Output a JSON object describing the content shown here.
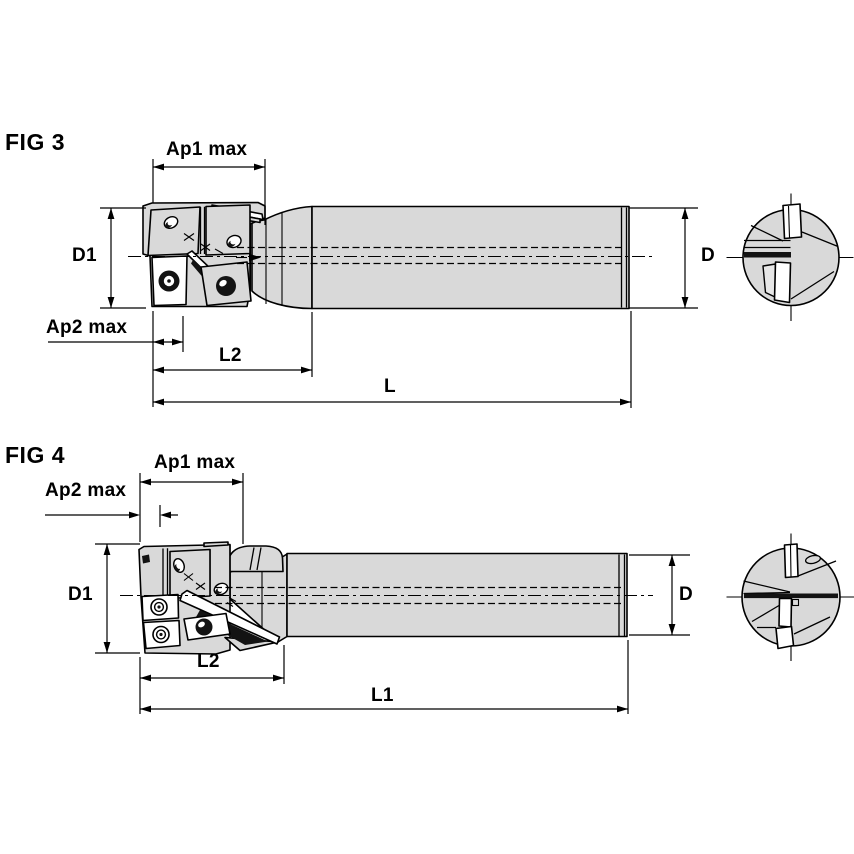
{
  "page": {
    "type": "technical-drawing",
    "background": "#ffffff",
    "line_color": "#000000",
    "tool_fill_color": "#d9d9d9",
    "insert_fill_color": "#ffffff"
  },
  "figures": [
    {
      "id": "fig3",
      "title": "FIG 3",
      "labels": {
        "ap1": "Ap1 max",
        "ap2": "Ap2 max",
        "d1": "D1",
        "d": "D",
        "l2": "L2",
        "length": "L"
      }
    },
    {
      "id": "fig4",
      "title": "FIG 4",
      "labels": {
        "ap1": "Ap1 max",
        "ap2": "Ap2 max",
        "d1": "D1",
        "d": "D",
        "l2": "L2",
        "length": "L1"
      }
    }
  ]
}
